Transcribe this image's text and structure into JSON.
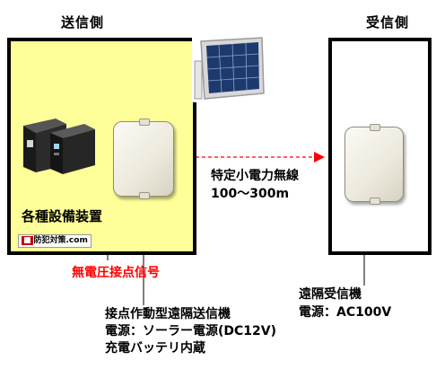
{
  "sender": {
    "title": "送信側",
    "equipment_label": "各種設備装置",
    "logo_text": "防犯対策.com"
  },
  "receiver": {
    "title": "受信側",
    "device_label": "遠隔受信機",
    "power_label": "電源：AC100V"
  },
  "radio": {
    "label_line1": "特定小電力無線",
    "label_line2": "100〜300m",
    "arrow_color": "#ff0000"
  },
  "signal_label": "無電圧接点信号",
  "transmitter": {
    "name": "接点作動型遠隔送信機",
    "power": "電源：ソーラー電源(DC12V)",
    "battery": "充電バッテリ内蔵"
  },
  "colors": {
    "sender_fill": "#ffff99",
    "outline": "#000000",
    "signal_label": "#ff0000"
  }
}
